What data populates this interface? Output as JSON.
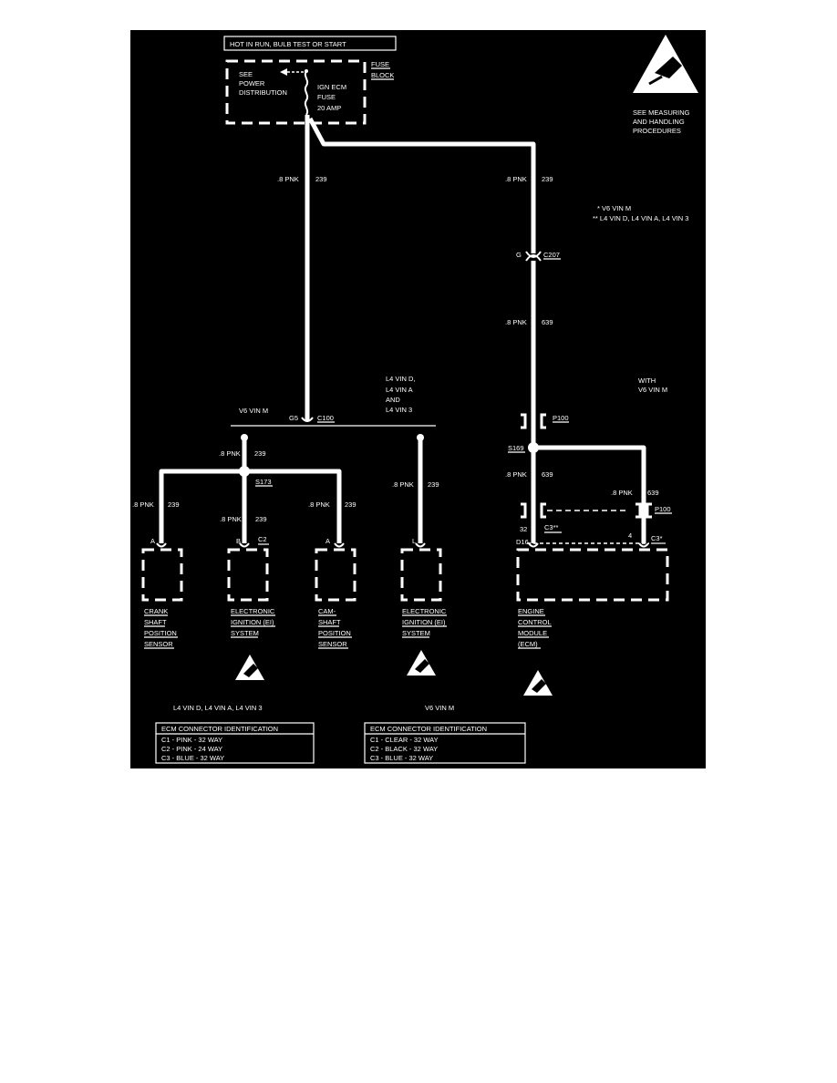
{
  "header": {
    "hot_label": "HOT IN RUN, BULB TEST OR START",
    "fuse_block_line1": "FUSE",
    "fuse_block_line2": "BLOCK",
    "see_power_line1": "SEE",
    "see_power_line2": "POWER",
    "see_power_line3": "DISTRIBUTION",
    "fuse_name_line1": "IGN ECM",
    "fuse_name_line2": "FUSE",
    "fuse_amp": "20 AMP"
  },
  "caution": {
    "line1": "SEE MEASURING",
    "line2": "AND HANDLING",
    "line3": "PROCEDURES"
  },
  "legend": {
    "star": "*   V6 VIN M",
    "double_star": "**  L4 VIN D, L4 VIN A, L4 VIN 3"
  },
  "wires": {
    "left_main_color": ".8 PNK",
    "left_main_num": "239",
    "right_main_color": ".8 PNK",
    "right_main_num": "239",
    "right_lower_color": ".8 PNK",
    "right_lower_num": "639",
    "branch_color": ".8 PNK",
    "branch_num": "239",
    "crank_color": ".8 PNK",
    "crank_num": "239",
    "ei_color": ".8 PNK",
    "ei_num": "239",
    "cam_color": ".8 PNK",
    "cam_num": "239",
    "ei2_color": ".8 PNK",
    "ei2_num": "239",
    "s169_down_color": ".8 PNK",
    "s169_down_num": "639",
    "s169_right_color": ".8 PNK",
    "s169_right_num": "639"
  },
  "connectors": {
    "g_pin": "G",
    "c207": "C207",
    "g5": "G5",
    "c100": "C100",
    "p100_top": "P100",
    "s169": "S169",
    "s173": "S173",
    "p100_bottom": "P100",
    "pin_32": "32",
    "c3_double": "C3**",
    "pin_4": "4",
    "c3_single": "C3*",
    "d16": "D16",
    "pin_a1": "A",
    "pin_b": "B",
    "c2": "C2",
    "pin_a2": "A",
    "pin_l": "L"
  },
  "variants": {
    "v6_vin_m": "V6 VIN M",
    "l4_line1": "L4 VIN D,",
    "l4_line2": "L4 VIN A",
    "l4_line3": "AND",
    "l4_line4": "L4 VIN 3",
    "with_line1": "WITH",
    "with_line2": "V6 VIN M"
  },
  "components": {
    "crank": [
      "CRANK",
      "SHAFT",
      "POSITION",
      "SENSOR"
    ],
    "ei1": [
      "ELECTRONIC",
      "IGNITION (EI)",
      "SYSTEM"
    ],
    "cam": [
      "CAM-",
      "SHAFT",
      "POSITION",
      "SENSOR"
    ],
    "ei2": [
      "ELECTRONIC",
      "IGNITION (EI)",
      "SYSTEM"
    ],
    "ecm": [
      "ENGINE",
      "CONTROL",
      "MODULE",
      "(ECM)"
    ]
  },
  "tables": {
    "left_heading": "L4 VIN D, L4 VIN A, L4 VIN 3",
    "right_heading": "V6 VIN M",
    "left": {
      "title": "ECM CONNECTOR IDENTIFICATION",
      "rows": [
        "C1 - PINK - 32 WAY",
        "C2 - PINK - 24 WAY",
        "C3 - BLUE - 32 WAY"
      ]
    },
    "right": {
      "title": "ECM CONNECTOR IDENTIFICATION",
      "rows": [
        "C1 - CLEAR - 32 WAY",
        "C2 - BLACK - 32 WAY",
        "C3 - BLUE - 32 WAY"
      ]
    }
  },
  "icons": {
    "esd": "esd-warning-icon",
    "arrow": "arrow-left-icon",
    "fuse": "fuse-icon"
  },
  "colors": {
    "background": "#000000",
    "foreground": "#ffffff"
  }
}
